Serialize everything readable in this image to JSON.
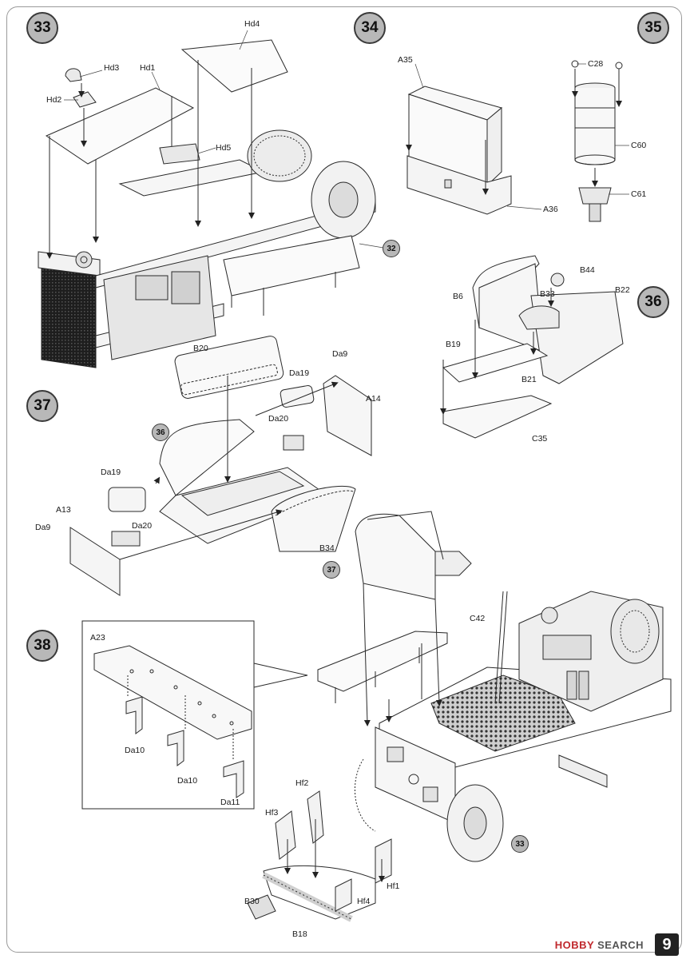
{
  "steps": {
    "s33": "33",
    "s34": "34",
    "s35": "35",
    "s36": "36",
    "s37": "37",
    "s38": "38"
  },
  "refs": {
    "r32": "32",
    "r36": "36",
    "r37": "37",
    "r33": "33"
  },
  "parts": {
    "hd4": "Hd4",
    "hd3": "Hd3",
    "hd1": "Hd1",
    "hd2": "Hd2",
    "hd5": "Hd5",
    "a35": "A35",
    "a36": "A36",
    "c28": "C28",
    "c60": "C60",
    "c61": "C61",
    "b44": "B44",
    "b33": "B33",
    "b6": "B6",
    "b22": "B22",
    "b19": "B19",
    "b21": "B21",
    "c35": "C35",
    "b20": "B20",
    "da9_a": "Da9",
    "da19_a": "Da19",
    "a14": "A14",
    "da20_a": "Da20",
    "da19_b": "Da19",
    "da20_b": "Da20",
    "a13": "A13",
    "da9_b": "Da9",
    "b34": "B34",
    "c42": "C42",
    "a23": "A23",
    "da10_a": "Da10",
    "da10_b": "Da10",
    "da11": "Da11",
    "hf2": "Hf2",
    "hf3": "Hf3",
    "hf1": "Hf1",
    "hf4": "Hf4",
    "b30": "B30",
    "b18": "B18"
  },
  "watermark": {
    "brand_red": "HOBBY",
    "brand_rest": "SEARCH"
  },
  "page_number": "9",
  "colors": {
    "accent_red": "#c0282d",
    "step_fill": "#b8b8b8",
    "line": "#2a2a2a"
  }
}
